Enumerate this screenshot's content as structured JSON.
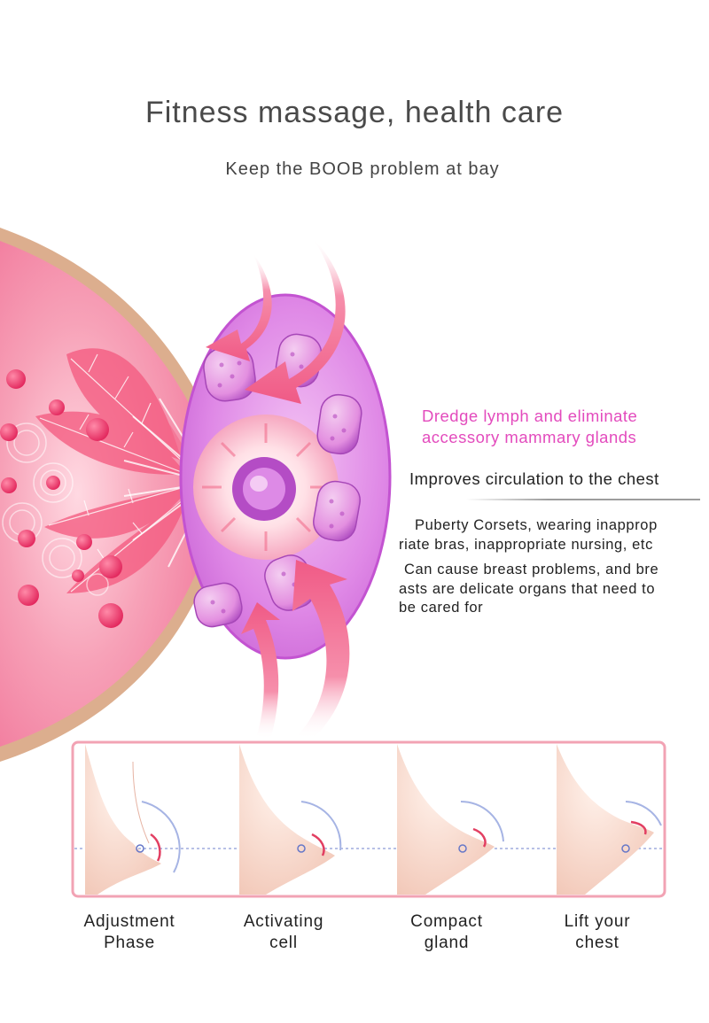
{
  "header": {
    "title": "Fitness massage, health care",
    "subtitle": "Keep the BOOB problem at bay"
  },
  "benefits": {
    "headline_lines": [
      "Dredge lymph and eliminate",
      "accessory mammary glands"
    ],
    "subheadline": "Improves circulation to the chest",
    "paragraph_1_lines": [
      "Puberty Corsets, wearing inapprop",
      "riate bras, inappropriate nursing, etc"
    ],
    "paragraph_2_lines": [
      "Can cause breast problems, and bre",
      "asts are delicate organs that need to",
      "be cared for"
    ]
  },
  "stages": [
    {
      "lines": [
        "Adjustment",
        "Phase"
      ]
    },
    {
      "lines": [
        "Activating",
        "cell"
      ]
    },
    {
      "lines": [
        "Compact",
        "gland"
      ]
    },
    {
      "lines": [
        "Lift your",
        "chest"
      ]
    }
  ],
  "colors": {
    "accent_text": "#e34bbd",
    "breast_pink": "#f07fa0",
    "massager_purple": "#d36de0",
    "arrow_pink": "#f0608c",
    "frame_border": "#f2a3b4"
  },
  "icons": [
    "breast-cross-section",
    "massager-head",
    "arrow-icon",
    "body-silhouette"
  ]
}
